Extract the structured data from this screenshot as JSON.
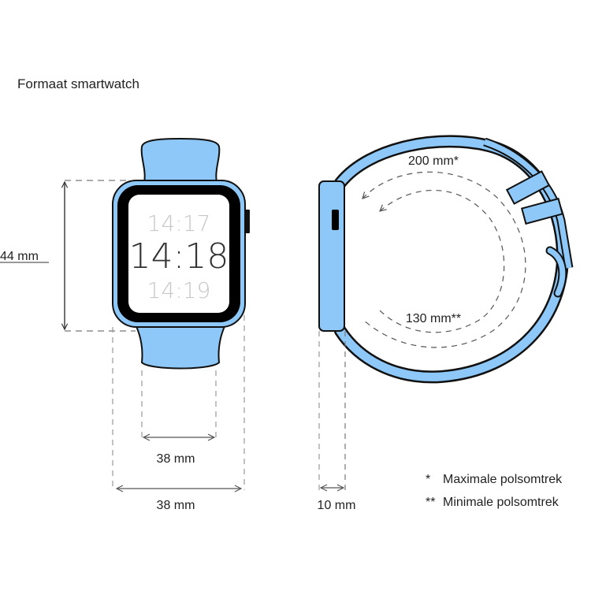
{
  "title": "Formaat smartwatch",
  "colors": {
    "band": "#8ec8f8",
    "outline": "#111111",
    "bezel": "#000000",
    "screen": "#ffffff",
    "dim_line": "#555555",
    "dashed": "#888888"
  },
  "front_view": {
    "times": {
      "previous": "14:17",
      "current": "14:18",
      "next": "14:19"
    },
    "height_label": "44 mm",
    "band_width_label": "38 mm",
    "case_width_label": "38 mm"
  },
  "side_view": {
    "max_circumference_label": "200 mm*",
    "min_circumference_label": "130 mm**",
    "thickness_label": "10 mm"
  },
  "legend": [
    {
      "mark": "*",
      "text": "Maximale polsomtrek"
    },
    {
      "mark": "**",
      "text": "Minimale polsomtrek"
    }
  ]
}
